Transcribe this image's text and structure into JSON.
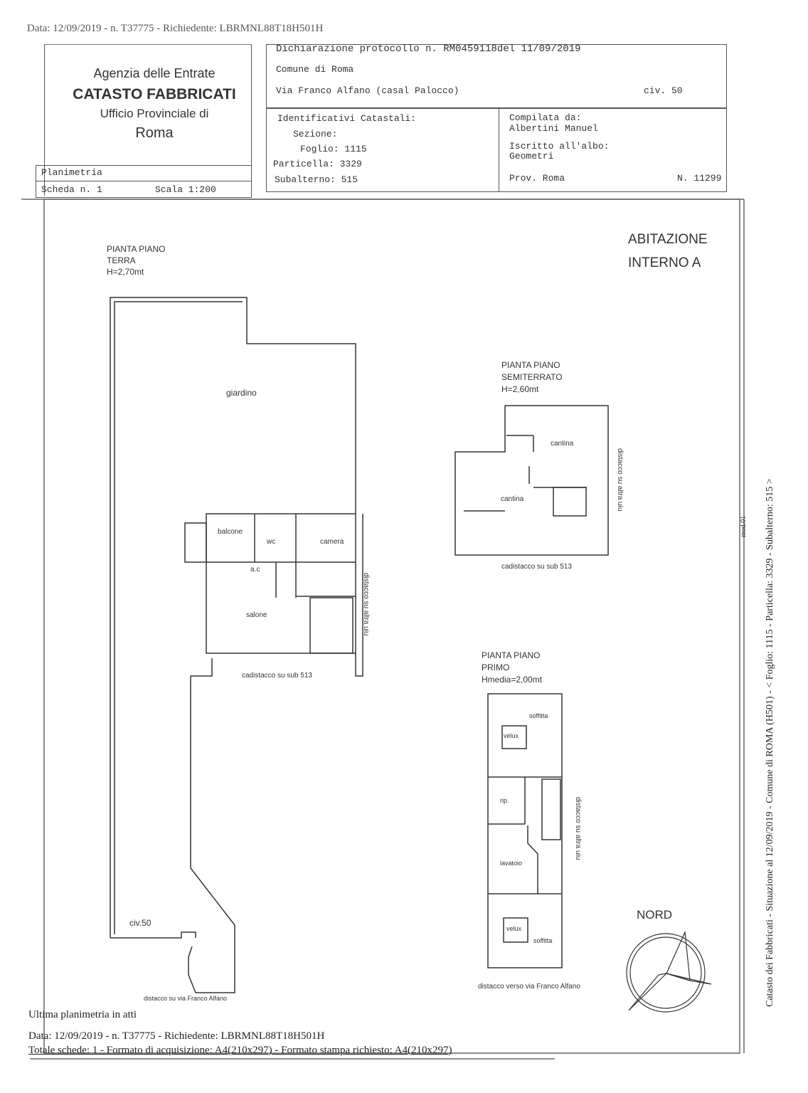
{
  "top_header_line": "Data: 12/09/2019 - n. T37775 - Richiedente: LBRMNL88T18H501H",
  "agency": {
    "line1": "Agenzia delle Entrate",
    "line2": "CATASTO FABBRICATI",
    "line3": "Ufficio Provinciale di",
    "line4": "Roma"
  },
  "declaration": {
    "protocol": "Dichiarazione protocollo n. RM0459118del  11/09/2019",
    "comune": "Comune di Roma",
    "address": "Via Franco Alfano (casal Palocco)",
    "civico": "civ. 50"
  },
  "identifiers": {
    "title": "Identificativi Catastali:",
    "sezione": "Sezione:",
    "foglio": "Foglio: 1115",
    "particella": "Particella: 3329",
    "subalterno": "Subalterno: 515"
  },
  "compiler": {
    "label": "Compilata da:",
    "name": "Albertini Manuel",
    "albo_label": "Iscritto all'albo:",
    "albo": "Geometri",
    "prov": "Prov. Roma",
    "number": "N. 11299"
  },
  "sheet": {
    "type": "Planimetria",
    "scheda": "Scheda n. 1",
    "scala": "Scala 1:200"
  },
  "unit": {
    "line1": "ABITAZIONE",
    "line2": "INTERNO A"
  },
  "ground_floor": {
    "title1": "PIANTA PIANO",
    "title2": "TERRA",
    "height": "H=2,70mt",
    "rooms": {
      "giardino": "giardino",
      "balcone": "balcone",
      "wc": "wc",
      "camera": "camera",
      "ac": "a.c",
      "salone": "salone"
    },
    "distacco_side": "distacco su altra uiu",
    "cadistacco": "cadistacco su sub 513",
    "civico": "civ.50",
    "distacco_street": "distacco su via Franco Alfano"
  },
  "basement": {
    "title1": "PIANTA PIANO",
    "title2": "SEMITERRATO",
    "height": "H=2,60mt",
    "rooms": {
      "cantina1": "cantina",
      "cantina2": "cantina"
    },
    "distacco_side": "distacco su altra uiu",
    "cadistacco": "cadistacco su sub 513"
  },
  "first_floor": {
    "title1": "PIANTA PIANO",
    "title2": "PRIMO",
    "height": "Hmedia=2,00mt",
    "rooms": {
      "soffitta1": "soffitta",
      "velux1": "velux",
      "rip": "rip.",
      "lavatoio": "lavatoio",
      "velux2": "velux",
      "soffitta2": "soffitta"
    },
    "distacco_side": "distacco su altra uiu",
    "distacco_street": "distacco verso via Franco Alfano"
  },
  "north": "NORD",
  "side_stamp": "Catasto dei Fabbricati - Situazione al 12/09/2019 - Comune di ROMA (H501) - < Foglio: 1115 - Particella: 3329 - Subalterno: 515 >",
  "side_small": "mod.01",
  "footer": {
    "line1": "Ultima planimetria in atti",
    "line2": "Data: 12/09/2019 - n. T37775 - Richiedente: LBRMNL88T18H501H",
    "line3": "Totale schede: 1 - Formato di acquisizione: A4(210x297) - Formato stampa richiesto: A4(210x297)"
  }
}
